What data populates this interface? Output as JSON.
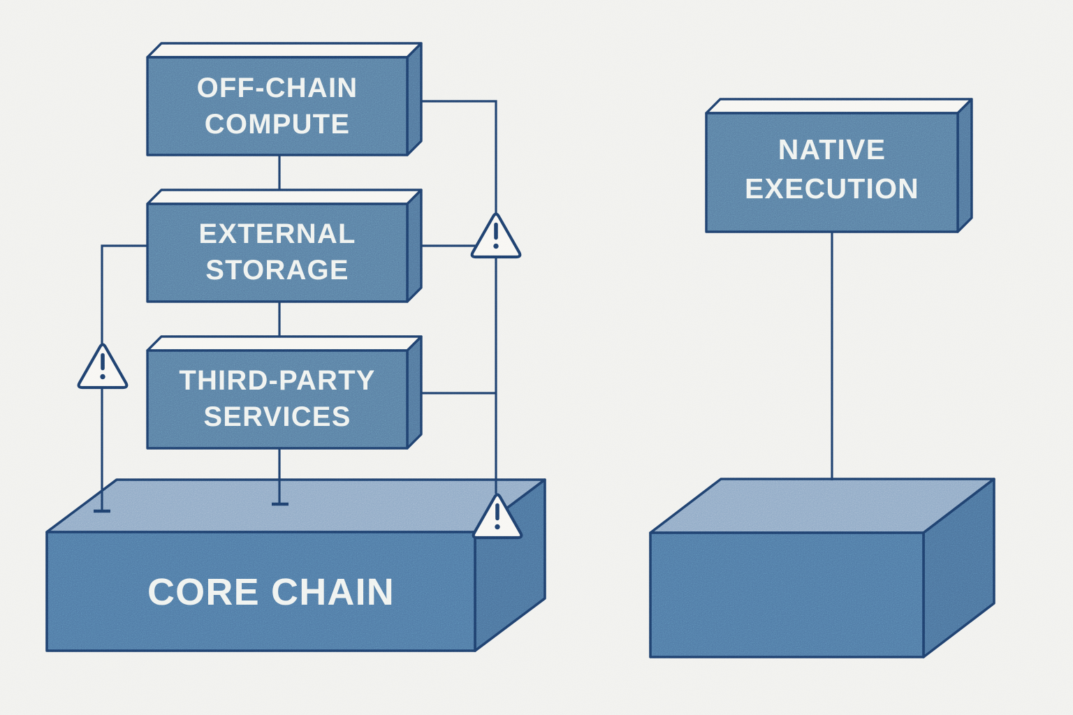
{
  "colors": {
    "background": "#f0f0ed",
    "outline": "#1d3c66",
    "connector": "#1d3c66",
    "module_front": "#567a9f",
    "module_side": "#4f7298",
    "module_top": "#f6f5f1",
    "base_front": "#4d75a1",
    "base_side": "#496f99",
    "base_top": "#8ca7c4",
    "label": "#eff2ef",
    "warning_fill": "#f7f6f2",
    "warning_mark": "#1d3c66"
  },
  "left_architecture": {
    "modules": [
      {
        "label_line1": "OFF-CHAIN",
        "label_line2": "COMPUTE"
      },
      {
        "label_line1": "EXTERNAL",
        "label_line2": "STORAGE"
      },
      {
        "label_line1": "THIRD-PARTY",
        "label_line2": "SERVICES"
      }
    ],
    "base_label": "CORE CHAIN",
    "warning_icon": "exclamation-triangle",
    "warning_icon_count": 3
  },
  "right_architecture": {
    "module": {
      "label_line1": "NATIVE",
      "label_line2": "EXECUTION"
    },
    "base_label": ""
  }
}
